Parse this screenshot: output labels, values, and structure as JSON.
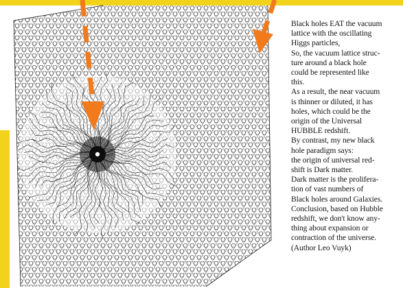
{
  "colors": {
    "background": "#ffffff",
    "banner": "#f2d21a",
    "arrow": "#f07a1c",
    "lattice": "#1a1a1a",
    "text": "#111111"
  },
  "figure": {
    "icons": [
      "hexagonal-lattice-diagram",
      "black-hole-center",
      "orange-dashed-arrow-icon"
    ]
  },
  "caption_lines": [
    "Black holes EAT the vacuum",
    "lattice with the oscillating",
    "Higgs particles,",
    "So, the vacuum lattice struc-",
    "ture around a black hole",
    "could be represented like",
    "this.",
    "As a result, the near vacuum",
    "is thinner or diluted, it has",
    "holes, which could be the",
    "origin of the  Universal",
    "HUBBLE redshift.",
    "By contrast, my new black",
    "hole paradigm says:",
    "the origin of universal red-",
    "shift is Dark matter.",
    "Dark matter is the prolifera-",
    "tion of vast numbers of",
    "Black holes around Galaxies.",
    "Conclusion, based on Hubble",
    "redshift, we don't know any-",
    "thing about expansion or",
    "contraction of the universe.",
    "(Author Leo Vuyk)"
  ]
}
